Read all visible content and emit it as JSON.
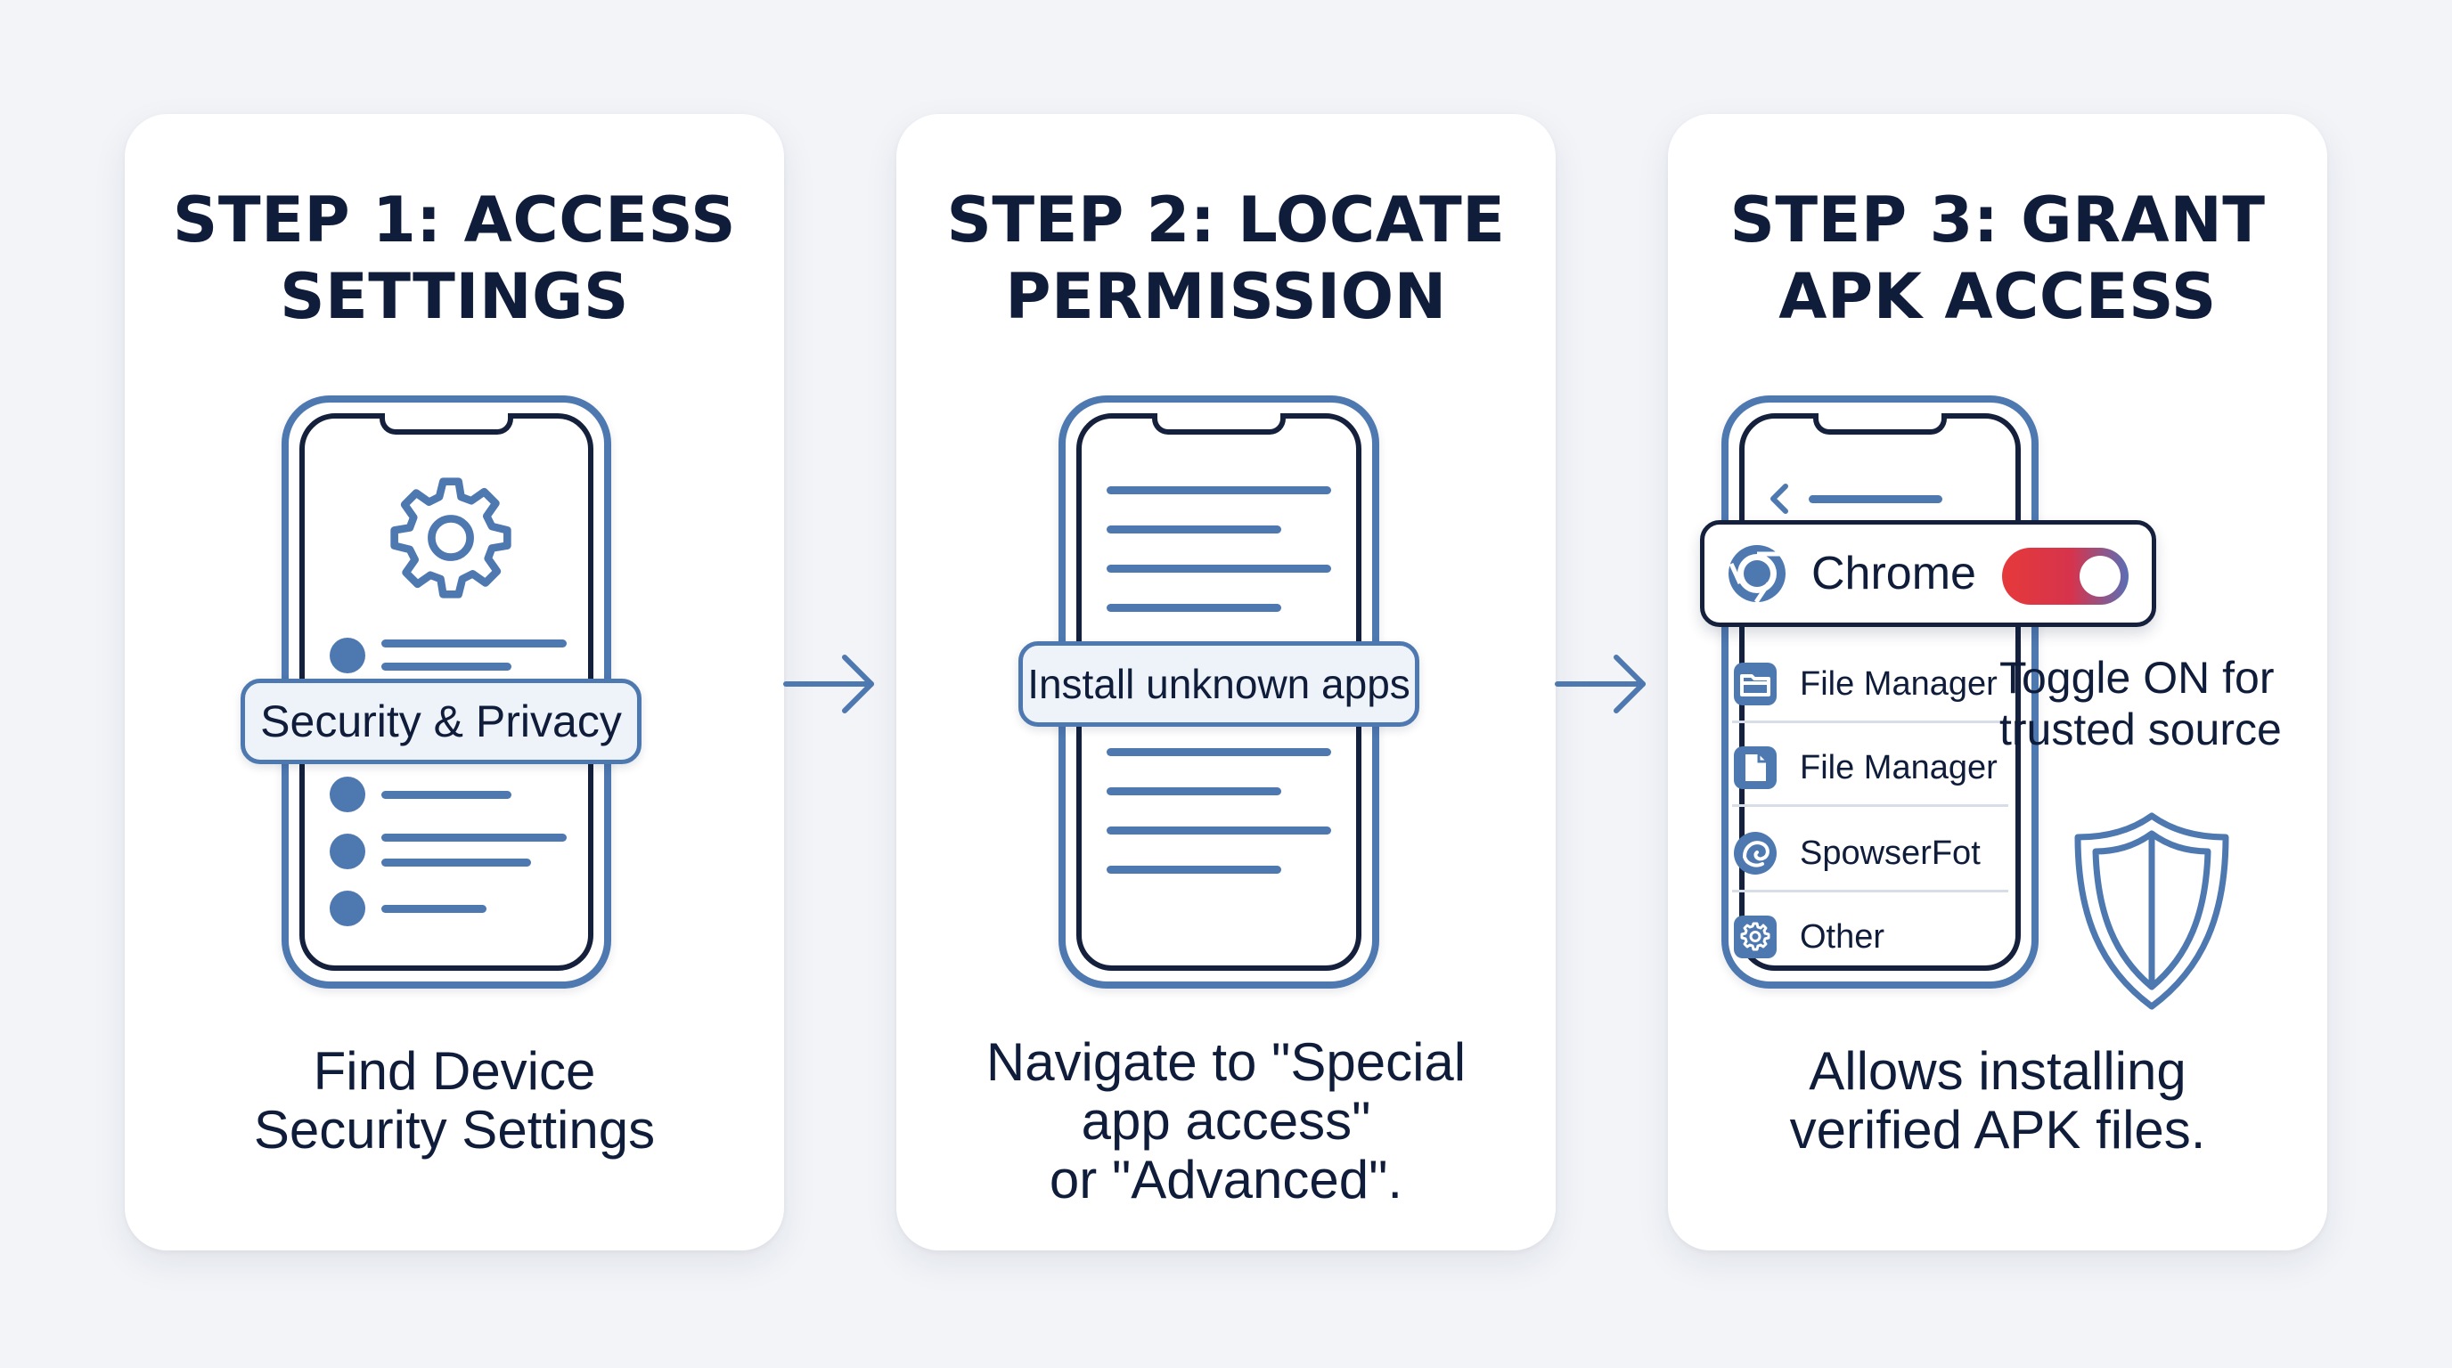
{
  "steps": [
    {
      "title_line1": "STEP 1: ACCESS",
      "title_line2": "SETTINGS",
      "highlight": "Security & Privacy",
      "caption_line1": "Find Device",
      "caption_line2": "Security Settings"
    },
    {
      "title_line1": "STEP 2: LOCATE",
      "title_line2": "PERMISSION",
      "highlight": "Install unknown apps",
      "caption_line1": "Navigate to \"Special",
      "caption_line2": "app access\"",
      "caption_line3": "or \"Advanced\"."
    },
    {
      "title_line1": "STEP 3: GRANT",
      "title_line2": "APK ACCESS",
      "selected_app": "Chrome",
      "toggle_state": "on",
      "apps": [
        {
          "label": "File Manager",
          "icon": "folder-icon"
        },
        {
          "label": "File Manager",
          "icon": "file-icon"
        },
        {
          "label": "SpowserFot",
          "icon": "browser-icon"
        },
        {
          "label": "Other",
          "icon": "gear-icon"
        }
      ],
      "note_line1": "Toggle ON for",
      "note_line2": "trusted source",
      "caption_line1": "Allows installing",
      "caption_line2": "verified APK files."
    }
  ],
  "colors": {
    "accent": "#4e78b0",
    "ink": "#0f1c3a",
    "toggle_on": "#e5393b",
    "background": "#f2f4f8"
  }
}
